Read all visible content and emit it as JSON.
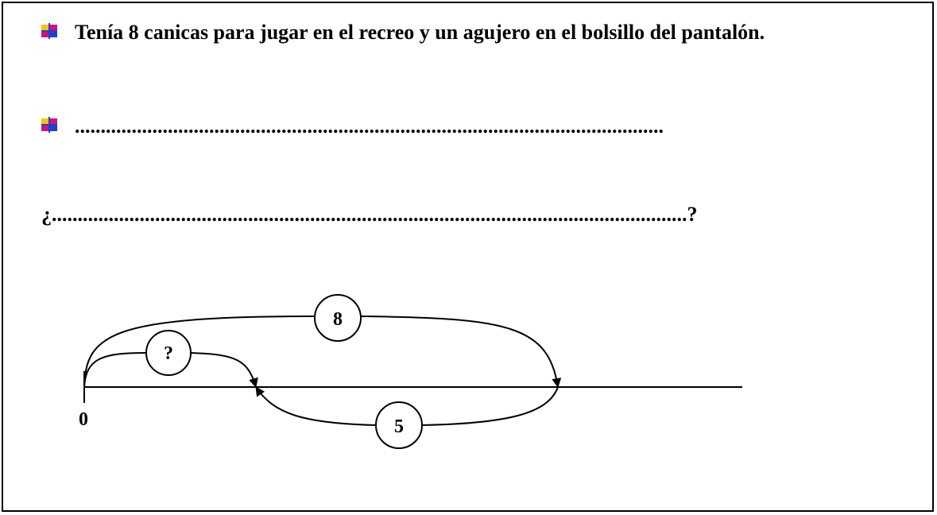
{
  "statement": {
    "line1": "Tenía 8 canicas para jugar en el recreo y un agujero en el bolsillo del pantalón.",
    "line2": "..................................................................................................................",
    "line3": "¿...........................................................................................................................?"
  },
  "diagram": {
    "origin_label": "0",
    "total_label": "8",
    "unknown_label": "?",
    "lost_label": "5"
  },
  "colors": {
    "bullet_yellow": "#f2c500",
    "bullet_magenta": "#d0127a",
    "bullet_blue": "#1d3fd1",
    "line": "#000000"
  }
}
